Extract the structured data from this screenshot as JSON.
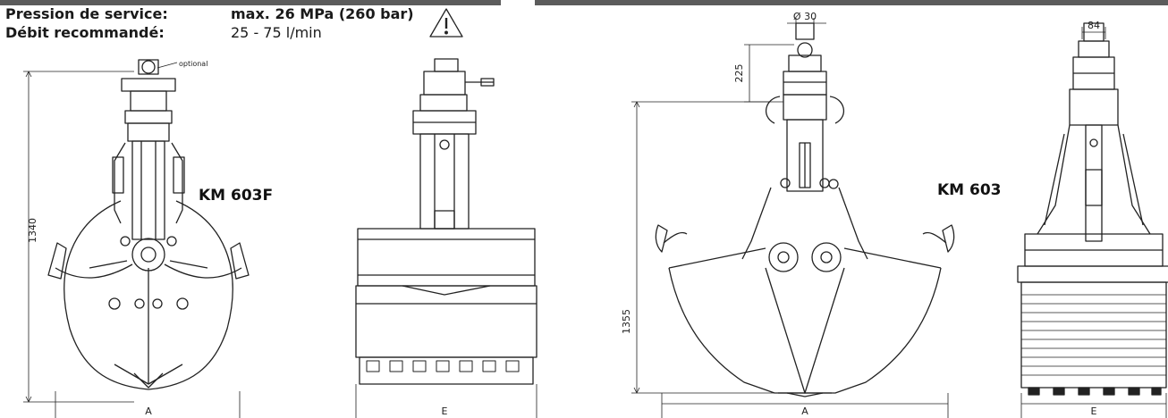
{
  "specs": {
    "pressure_label": "Pression de service:",
    "pressure_value": "max. 26 MPa (260 bar)",
    "flow_label": "Débit recommandé:",
    "flow_value": "25 - 75 l/min"
  },
  "left_drawing": {
    "model": "KM 603F",
    "height_dim": "1340",
    "width_front": "A",
    "width_side": "E",
    "optional_note": "optional"
  },
  "right_drawing": {
    "model": "KM 603",
    "height_dim": "1355",
    "top_dim": "225",
    "pin_dim": "Ø 30",
    "side_dim": "84",
    "width_front": "A",
    "width_side": "E"
  },
  "colors": {
    "header_bar": "#5c5c5c",
    "line": "#222222"
  },
  "icons": {
    "warning": "warning-triangle-icon"
  }
}
